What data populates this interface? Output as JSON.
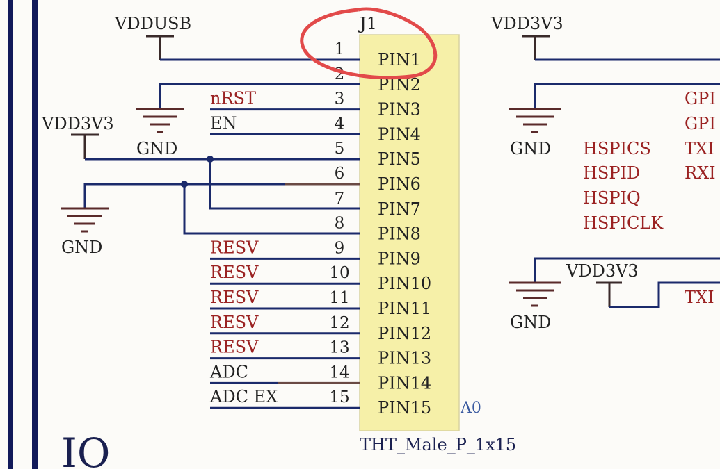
{
  "sheet": {
    "title": "IO",
    "colors": {
      "wire": "#1b2a6b",
      "net_label": "#9b2222",
      "component_body": "#f6f0a8",
      "annotation": "#e24a4a",
      "border": "#121a5a"
    }
  },
  "connector": {
    "designator": "J1",
    "footprint": "THT_Male_P_1x15",
    "part_suffix": "A0",
    "pins": [
      {
        "number": "1",
        "name": "PIN1",
        "net": ""
      },
      {
        "number": "2",
        "name": "PIN2",
        "net": ""
      },
      {
        "number": "3",
        "name": "PIN3",
        "net": "nRST"
      },
      {
        "number": "4",
        "name": "PIN4",
        "net": "EN"
      },
      {
        "number": "5",
        "name": "PIN5",
        "net": ""
      },
      {
        "number": "6",
        "name": "PIN6",
        "net": ""
      },
      {
        "number": "7",
        "name": "PIN7",
        "net": ""
      },
      {
        "number": "8",
        "name": "PIN8",
        "net": ""
      },
      {
        "number": "9",
        "name": "PIN9",
        "net": "RESV"
      },
      {
        "number": "10",
        "name": "PIN10",
        "net": "RESV"
      },
      {
        "number": "11",
        "name": "PIN11",
        "net": "RESV"
      },
      {
        "number": "12",
        "name": "PIN12",
        "net": "RESV"
      },
      {
        "number": "13",
        "name": "PIN13",
        "net": "RESV"
      },
      {
        "number": "14",
        "name": "PIN14",
        "net": "ADC"
      },
      {
        "number": "15",
        "name": "PIN15",
        "net": "ADC_EX"
      }
    ]
  },
  "power_symbols": {
    "vddusb": "VDDUSB",
    "vdd3v3_left": "VDD3V3",
    "vdd3v3_right_top": "VDD3V3",
    "vdd3v3_right_bottom": "VDD3V3",
    "gnd_top": "GND",
    "gnd_left": "GND",
    "gnd_right_top": "GND",
    "gnd_right_bottom": "GND"
  },
  "right_nets": {
    "hspi": [
      "HSPICS",
      "HSPID",
      "HSPIQ",
      "HSPICLK"
    ],
    "cut_off": [
      "GPI",
      "GPI",
      "TXI",
      "RXI"
    ],
    "bottom": "TXI"
  },
  "annotation": {
    "type": "red-circle",
    "target": "PIN1"
  }
}
